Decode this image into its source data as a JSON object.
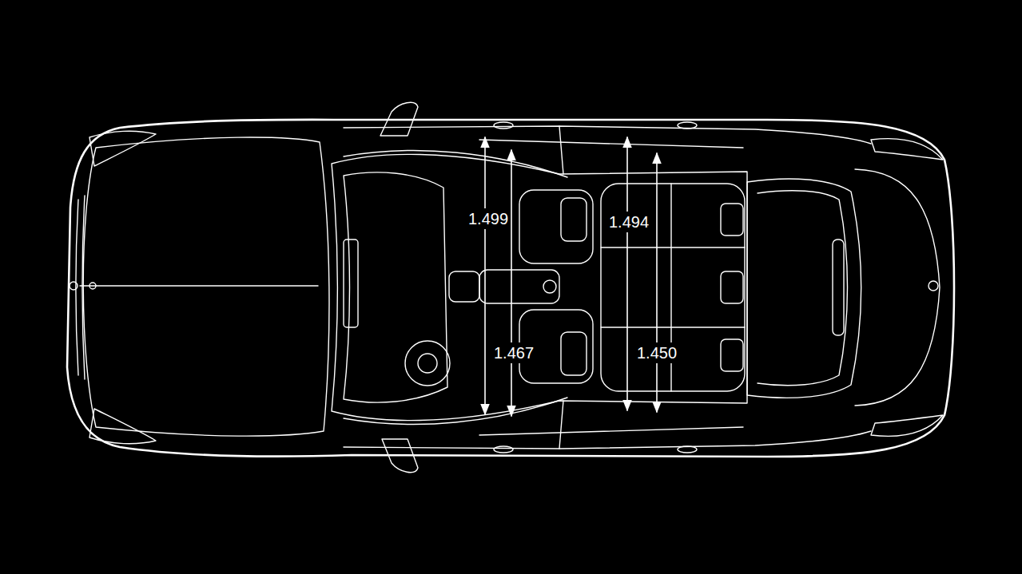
{
  "diagram": {
    "labels": [
      "1.499",
      "1.494",
      "1.467",
      "1.450"
    ]
  }
}
